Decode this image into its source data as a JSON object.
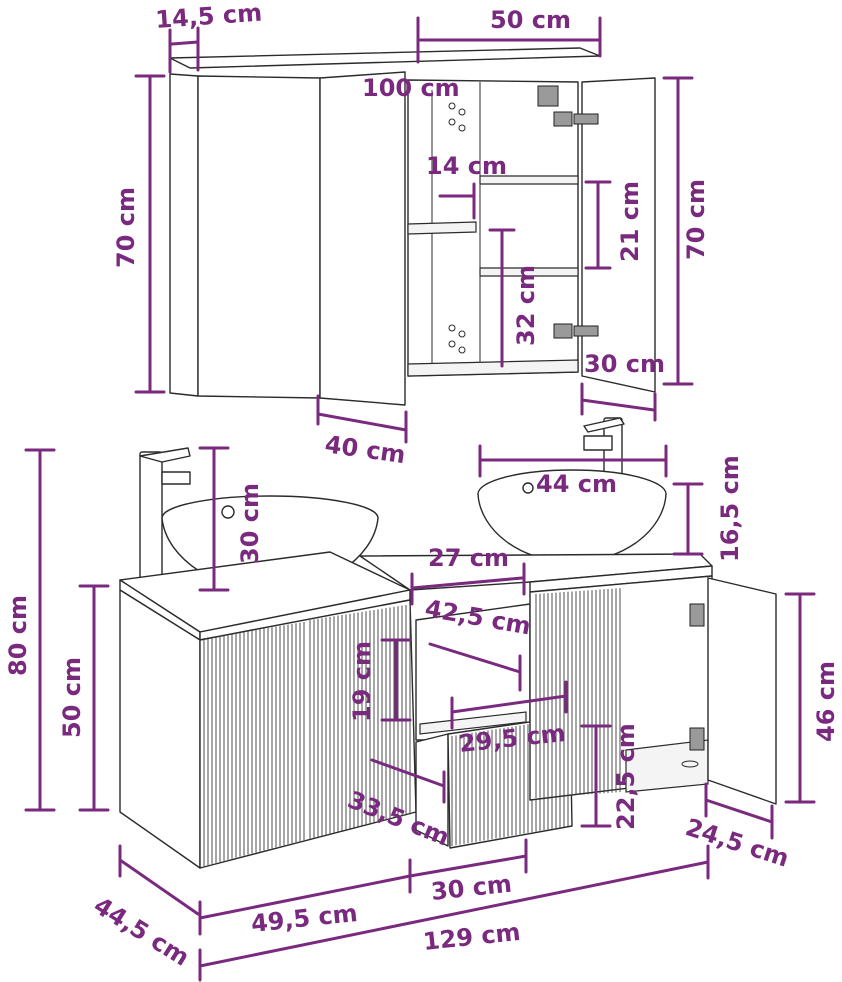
{
  "cabinet": {
    "mirror_depth": "14,5 cm",
    "mirror_door_width": "50 cm",
    "mirror_total_width": "100 cm",
    "mirror_height_left": "70 cm",
    "mirror_height_right": "70 cm",
    "shelf_depth": "14 cm",
    "shelf_spacing": "21 cm",
    "lower_compartment": "32 cm",
    "door_width": "30 cm",
    "left_door_depth": "40 cm"
  },
  "sinks": {
    "left_basin_height": "30 cm",
    "right_basin_diameter": "44 cm",
    "right_basin_height": "16,5 cm"
  },
  "vanity": {
    "total_height": "80 cm",
    "cabinet_height": "50 cm",
    "open_width": "27 cm",
    "open_depth": "42,5 cm",
    "open_height": "19 cm",
    "drawer_width": "29,5 cm",
    "drawer_height": "22,5 cm",
    "drawer_depth": "33,5 cm",
    "right_height": "46 cm",
    "right_depth": "24,5 cm",
    "depth": "44,5 cm",
    "left_width": "49,5 cm",
    "middle_width": "30 cm",
    "total_width": "129 cm"
  }
}
